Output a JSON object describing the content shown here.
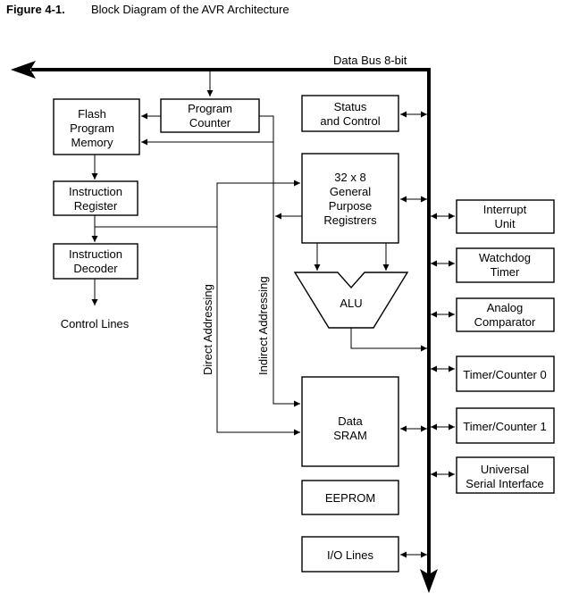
{
  "caption": {
    "number": "Figure 4-1.",
    "title": "Block Diagram of the AVR Architecture"
  },
  "bus": {
    "label": "Data Bus 8-bit"
  },
  "blocks": {
    "program_counter": [
      "Program",
      "Counter"
    ],
    "flash_memory": [
      "Flash",
      "Program",
      "Memory"
    ],
    "instruction_register": [
      "Instruction",
      "Register"
    ],
    "instruction_decoder": [
      "Instruction",
      "Decoder"
    ],
    "status_control": [
      "Status",
      "and Control"
    ],
    "registers": [
      "32 x 8",
      "General",
      "Purpose",
      "Registrers"
    ],
    "alu": "ALU",
    "data_sram": [
      "Data",
      "SRAM"
    ],
    "eeprom": "EEPROM",
    "io_lines": "I/O Lines",
    "interrupt_unit": [
      "Interrupt",
      "Unit"
    ],
    "watchdog_timer": [
      "Watchdog",
      "Timer"
    ],
    "analog_comparator": [
      "Analog",
      "Comparator"
    ],
    "timer_counter_0": "Timer/Counter 0",
    "timer_counter_1": "Timer/Counter 1",
    "usi": [
      "Universal",
      "Serial Interface"
    ]
  },
  "labels": {
    "control_lines": "Control Lines",
    "direct_addressing": "Direct Addressing",
    "indirect_addressing": "Indirect Addressing"
  }
}
